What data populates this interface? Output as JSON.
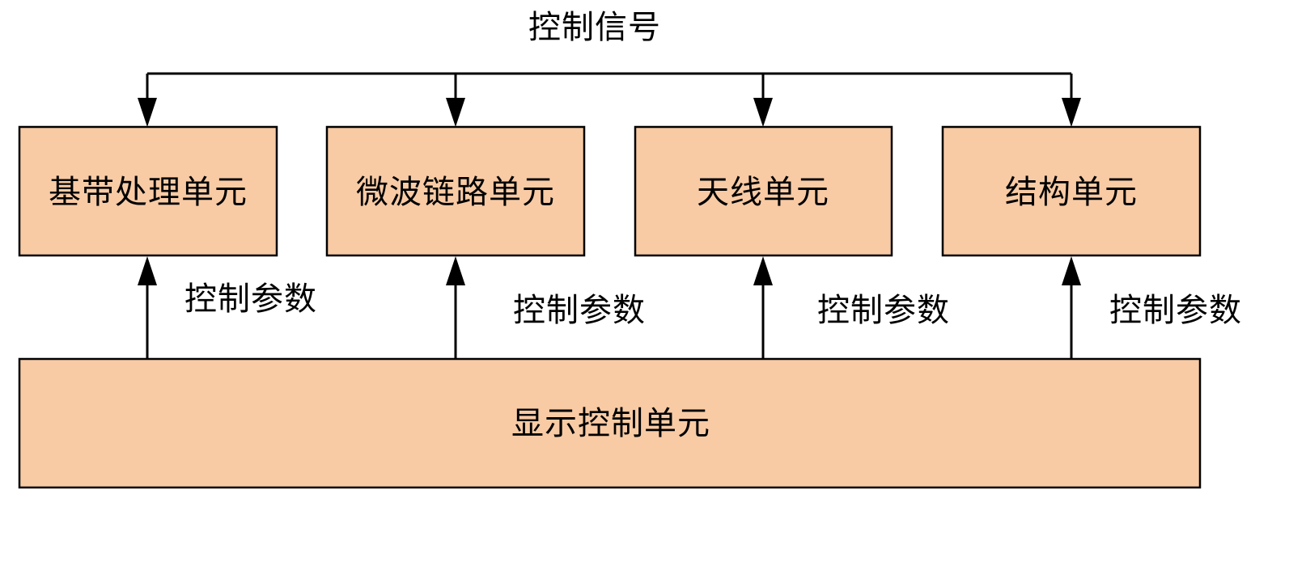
{
  "diagram": {
    "top_label": "控制信号",
    "units": [
      {
        "label": "基带处理单元"
      },
      {
        "label": "微波链路单元"
      },
      {
        "label": "天线单元"
      },
      {
        "label": "结构单元"
      }
    ],
    "param_labels": [
      "控制参数",
      "控制参数",
      "控制参数",
      "控制参数"
    ],
    "bottom_unit": {
      "label": "显示控制单元"
    },
    "colors": {
      "box_fill": "#f8cba5",
      "line": "#000000"
    }
  }
}
